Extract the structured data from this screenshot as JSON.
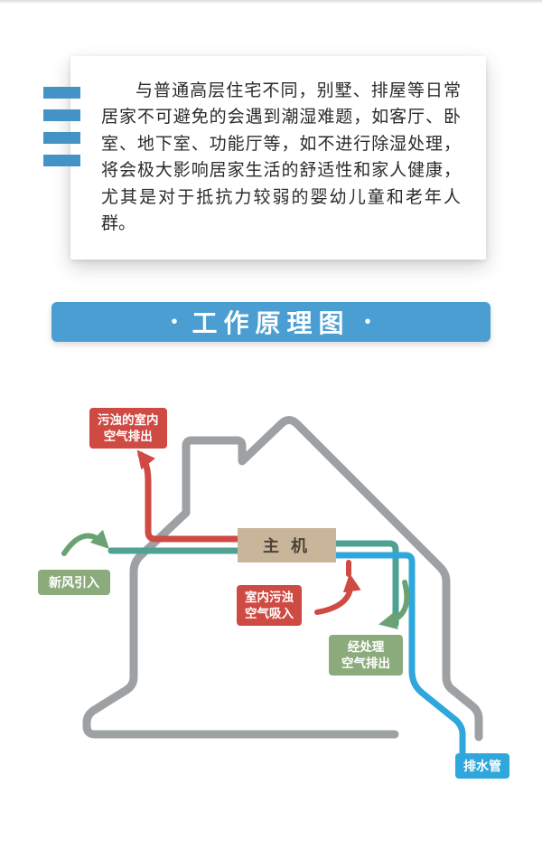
{
  "intro_card": {
    "text": "与普通高层住宅不同，别墅、排屋等日常居家不可避免的会遇到潮湿难题，如客厅、卧室、地下室、功能厅等，如不进行除湿处理，将会极大影响居家生活的舒适性和家人健康，尤其是对于抵抗力较弱的婴幼儿童和老年人群。",
    "accent_bars_color": "#4493c6"
  },
  "section_banner": {
    "title": "工作原理图",
    "bullet": "•",
    "bg": "#4a9ed2"
  },
  "diagram": {
    "main_unit_label": "主 机",
    "labels": {
      "exhaust_out": {
        "line1": "污浊的室内",
        "line2": "空气排出"
      },
      "fresh_in": {
        "line1": "新风引入"
      },
      "indoor_intake": {
        "line1": "室内污浊",
        "line2": "空气吸入"
      },
      "processed_out": {
        "line1": "经处理",
        "line2": "空气排出"
      },
      "drain": {
        "line1": "排水管"
      }
    },
    "colors": {
      "house": "#9da1a3",
      "red": "#ce4a43",
      "teal": "#4fa193",
      "green_arrow": "#6ba273",
      "green_label": "#8cab7c",
      "blue": "#2fa7dc",
      "unit_bg": "#c9b69a",
      "unit_text": "#4b4337",
      "banner_bg": "#4a9ed2"
    }
  }
}
